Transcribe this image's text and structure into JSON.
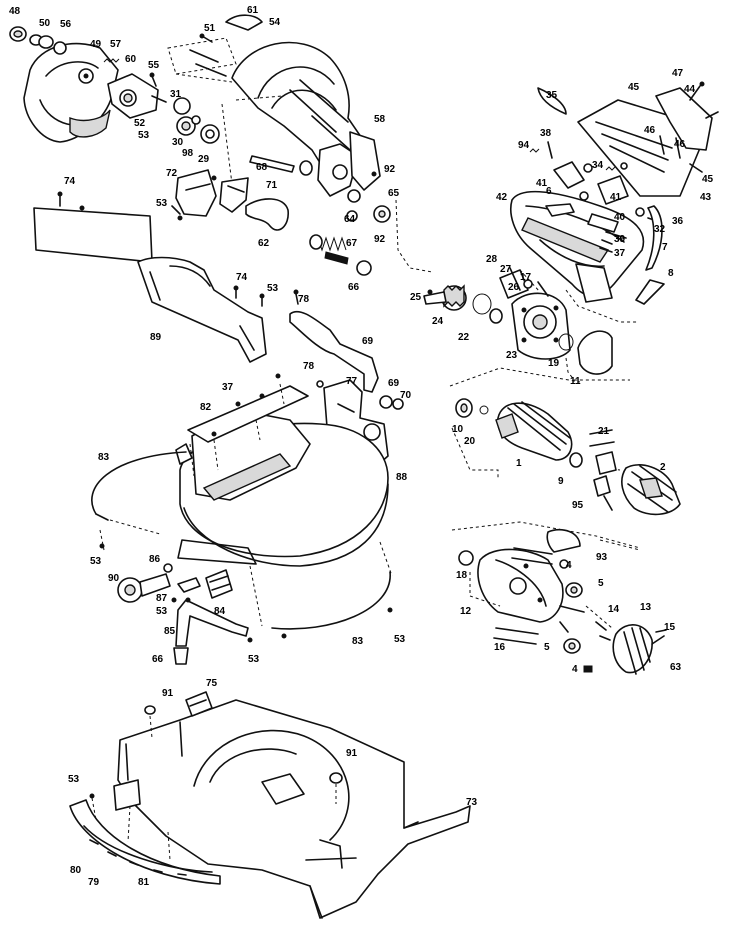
{
  "parts": [
    {
      "id": "p48",
      "label": "48"
    },
    {
      "id": "p50",
      "label": "50"
    },
    {
      "id": "p56",
      "label": "56"
    },
    {
      "id": "p49",
      "label": "49"
    },
    {
      "id": "p57",
      "label": "57"
    },
    {
      "id": "p60",
      "label": "60"
    },
    {
      "id": "p55",
      "label": "55"
    },
    {
      "id": "p51",
      "label": "51"
    },
    {
      "id": "p61",
      "label": "61"
    },
    {
      "id": "p54",
      "label": "54"
    },
    {
      "id": "p31",
      "label": "31"
    },
    {
      "id": "p52",
      "label": "52"
    },
    {
      "id": "p53a",
      "label": "53"
    },
    {
      "id": "p30",
      "label": "30"
    },
    {
      "id": "p98",
      "label": "98"
    },
    {
      "id": "p29",
      "label": "29"
    },
    {
      "id": "p58",
      "label": "58"
    },
    {
      "id": "p68",
      "label": "68"
    },
    {
      "id": "p72",
      "label": "72"
    },
    {
      "id": "p71",
      "label": "71"
    },
    {
      "id": "p62",
      "label": "62"
    },
    {
      "id": "p53b",
      "label": "53"
    },
    {
      "id": "p92a",
      "label": "92"
    },
    {
      "id": "p65",
      "label": "65"
    },
    {
      "id": "p64",
      "label": "64"
    },
    {
      "id": "p92b",
      "label": "92"
    },
    {
      "id": "p67",
      "label": "67"
    },
    {
      "id": "p66",
      "label": "66"
    },
    {
      "id": "p74a",
      "label": "74"
    },
    {
      "id": "p74b",
      "label": "74"
    },
    {
      "id": "p89",
      "label": "89"
    },
    {
      "id": "p53c",
      "label": "53"
    },
    {
      "id": "p78a",
      "label": "78"
    },
    {
      "id": "p69a",
      "label": "69"
    },
    {
      "id": "p78b",
      "label": "78"
    },
    {
      "id": "p77",
      "label": "77"
    },
    {
      "id": "p69b",
      "label": "69"
    },
    {
      "id": "p70",
      "label": "70"
    },
    {
      "id": "p37",
      "label": "37"
    },
    {
      "id": "p82",
      "label": "82"
    },
    {
      "id": "p83a",
      "label": "83"
    },
    {
      "id": "p88",
      "label": "88"
    },
    {
      "id": "p53d",
      "label": "53"
    },
    {
      "id": "p86",
      "label": "86"
    },
    {
      "id": "p90",
      "label": "90"
    },
    {
      "id": "p87",
      "label": "87"
    },
    {
      "id": "p53e",
      "label": "53"
    },
    {
      "id": "p84",
      "label": "84"
    },
    {
      "id": "p85",
      "label": "85"
    },
    {
      "id": "p53f",
      "label": "53"
    },
    {
      "id": "p66b",
      "label": "66"
    },
    {
      "id": "p83b",
      "label": "83"
    },
    {
      "id": "p53g",
      "label": "53"
    },
    {
      "id": "p91a",
      "label": "91"
    },
    {
      "id": "p75",
      "label": "75"
    },
    {
      "id": "p91b",
      "label": "91"
    },
    {
      "id": "p53h",
      "label": "53"
    },
    {
      "id": "p73",
      "label": "73"
    },
    {
      "id": "p80",
      "label": "80"
    },
    {
      "id": "p79",
      "label": "79"
    },
    {
      "id": "p81",
      "label": "81"
    },
    {
      "id": "p35",
      "label": "35"
    },
    {
      "id": "p45a",
      "label": "45"
    },
    {
      "id": "p47",
      "label": "47"
    },
    {
      "id": "p44",
      "label": "44"
    },
    {
      "id": "p38",
      "label": "38"
    },
    {
      "id": "p46a",
      "label": "46"
    },
    {
      "id": "p46b",
      "label": "46"
    },
    {
      "id": "p94",
      "label": "94"
    },
    {
      "id": "p34",
      "label": "34"
    },
    {
      "id": "p45b",
      "label": "45"
    },
    {
      "id": "p41a",
      "label": "41"
    },
    {
      "id": "p6",
      "label": "6"
    },
    {
      "id": "p41b",
      "label": "41"
    },
    {
      "id": "p43",
      "label": "43"
    },
    {
      "id": "p42",
      "label": "42"
    },
    {
      "id": "p36",
      "label": "36"
    },
    {
      "id": "p40",
      "label": "40"
    },
    {
      "id": "p32",
      "label": "32"
    },
    {
      "id": "p39",
      "label": "39"
    },
    {
      "id": "p7",
      "label": "7"
    },
    {
      "id": "p37b",
      "label": "37"
    },
    {
      "id": "p8",
      "label": "8"
    },
    {
      "id": "p28",
      "label": "28"
    },
    {
      "id": "p27",
      "label": "27"
    },
    {
      "id": "p17",
      "label": "17"
    },
    {
      "id": "p26",
      "label": "26"
    },
    {
      "id": "p25",
      "label": "25"
    },
    {
      "id": "p24",
      "label": "24"
    },
    {
      "id": "p22",
      "label": "22"
    },
    {
      "id": "p23",
      "label": "23"
    },
    {
      "id": "p19",
      "label": "19"
    },
    {
      "id": "p11",
      "label": "11"
    },
    {
      "id": "p10",
      "label": "10"
    },
    {
      "id": "p20",
      "label": "20"
    },
    {
      "id": "p1",
      "label": "1"
    },
    {
      "id": "p9",
      "label": "9"
    },
    {
      "id": "p21",
      "label": "21"
    },
    {
      "id": "p2",
      "label": "2"
    },
    {
      "id": "p95",
      "label": "95"
    },
    {
      "id": "p93",
      "label": "93"
    },
    {
      "id": "p4a",
      "label": "4"
    },
    {
      "id": "p18a",
      "label": "18"
    },
    {
      "id": "p5a",
      "label": "5"
    },
    {
      "id": "p12",
      "label": "12"
    },
    {
      "id": "p14",
      "label": "14"
    },
    {
      "id": "p13",
      "label": "13"
    },
    {
      "id": "p15",
      "label": "15"
    },
    {
      "id": "p16",
      "label": "16"
    },
    {
      "id": "p5b",
      "label": "5"
    },
    {
      "id": "p63",
      "label": "63"
    },
    {
      "id": "p4b",
      "label": "4"
    }
  ]
}
